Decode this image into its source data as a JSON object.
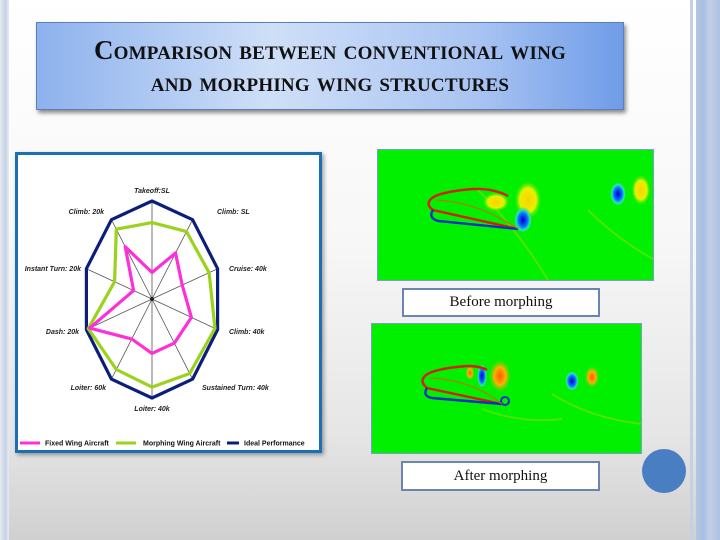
{
  "slide": {
    "title_lines": [
      "Comparison between conventional wing",
      "and morphing wing structures"
    ],
    "colors": {
      "title_gradient_start": "#8eb2ee",
      "title_gradient_mid": "#cfdff7",
      "title_gradient_end": "#6f9ce8",
      "chart_frame_border": "#1a6fb5",
      "cfd_background": "#00f000",
      "decor_circle": "#4a7ec2",
      "side_stripes": "#b8c9e2"
    }
  },
  "figures": {
    "before_caption": "Before morphing",
    "after_caption": "After morphing"
  },
  "chart_data": {
    "type": "radar",
    "title": "",
    "categories": [
      "Takeoff:SL",
      "Climb: SL",
      "Cruise: 40k",
      "Climb: 40k",
      "Sustained Turn: 40k",
      "Loiter: 40k",
      "Loiter: 60k",
      "Dash: 20k",
      "Instant Turn: 20k",
      "Climb: 20k"
    ],
    "series": [
      {
        "name": "Fixed Wing Aircraft",
        "color": "#ff2fd8",
        "values": [
          0.27,
          0.58,
          0.46,
          0.6,
          0.55,
          0.55,
          0.5,
          0.95,
          0.28,
          0.66
        ]
      },
      {
        "name": "Morphing Wing Aircraft",
        "color": "#9bd21e",
        "values": [
          0.78,
          0.85,
          0.87,
          0.96,
          0.93,
          0.89,
          0.88,
          0.97,
          0.57,
          0.88
        ]
      },
      {
        "name": "Ideal Performance",
        "color": "#0b1f7a",
        "values": [
          1.0,
          1.0,
          1.0,
          1.0,
          1.0,
          1.0,
          1.0,
          1.0,
          1.0,
          1.0
        ]
      }
    ],
    "axis_range": [
      0,
      1
    ],
    "grid": "spokes only",
    "legend_position": "bottom",
    "xlabel": "",
    "ylabel": ""
  }
}
